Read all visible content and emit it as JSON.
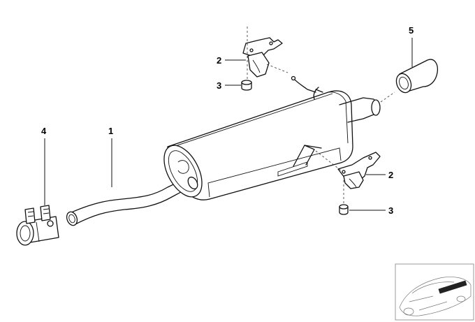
{
  "callouts": {
    "tail_pipe_1": "1",
    "hanger_upper": "2",
    "hanger_lower": "2",
    "rubber_upper": "3",
    "rubber_lower": "3",
    "clamp": "4",
    "tip": "5"
  }
}
